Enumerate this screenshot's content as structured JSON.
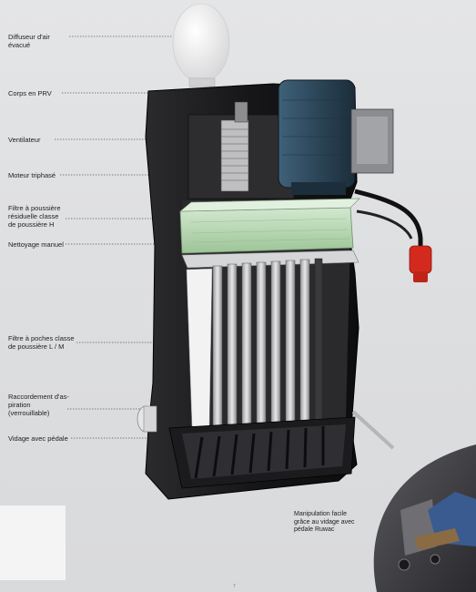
{
  "labels": {
    "diffuseur": "Diffuseur d'air\névacué",
    "corps": "Corps en PRV",
    "ventilateur": "Ventilateur",
    "moteur": "Moteur triphasé",
    "filtre_h": "Filtre à poussière\nrésiduelle classe\nde poussière H",
    "nettoyage": "Nettoyage manuel",
    "filtre_lm": "Filtre à poches classe\nde poussière L / M",
    "raccordement": "Raccordement d'as-\npiration\n(verrouillable)",
    "vidage": "Vidage avec pédale"
  },
  "inset_caption": "Manipulation facile\ngrâce au vidage avec\npédale Ruwac",
  "page_number": "7",
  "colors": {
    "background": "#dedfe1",
    "housing": "#1d1d1f",
    "motor": "#2f4a5e",
    "filter_green": "#b8d8b4",
    "plug_red": "#d42a1d"
  }
}
